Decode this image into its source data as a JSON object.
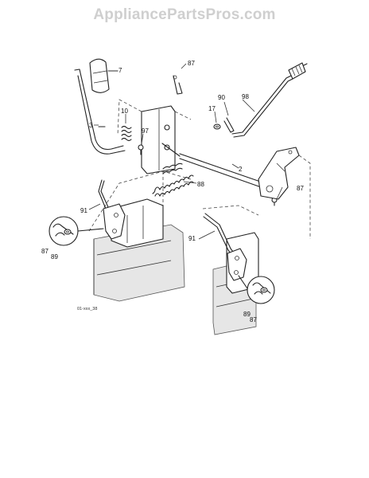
{
  "watermark": "AppliancePartsPros.com",
  "figure_id": "01-xxx_38",
  "callouts": {
    "p7": "7",
    "p87a": "87",
    "p3": "3",
    "p10": "10",
    "p97": "97",
    "p17": "17",
    "p90": "90",
    "p98": "98",
    "p2": "2",
    "p87b": "87",
    "p88": "88",
    "p91a": "91",
    "p87c": "87",
    "p89a": "89",
    "p91b": "91",
    "p89b": "89",
    "p87d": "87"
  }
}
